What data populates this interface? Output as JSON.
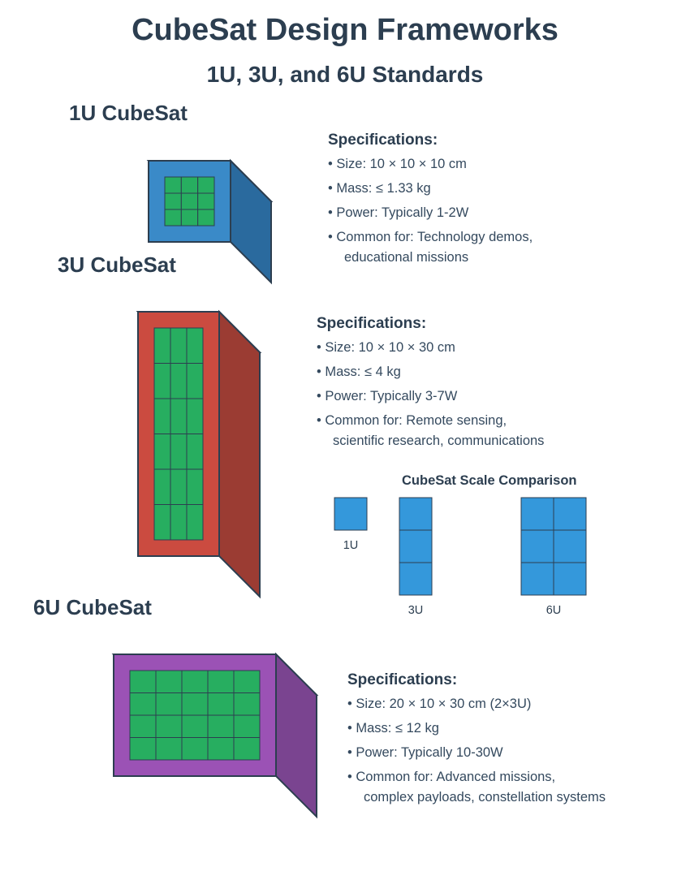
{
  "header": {
    "title": "CubeSat Design Frameworks",
    "subtitle": "1U, 3U, and 6U Standards"
  },
  "cubesats": [
    {
      "heading": "1U CubeSat",
      "spec_title": "Specifications:",
      "specs": [
        "• Size: 10 × 10 × 10 cm",
        "• Mass: ≤ 1.33 kg",
        "• Power: Typically 1-2W",
        "• Common for: Technology demos,",
        "educational missions"
      ],
      "color": "#3a8ac8",
      "solar_cells": {
        "rows": 3,
        "cols": 3
      }
    },
    {
      "heading": "3U CubeSat",
      "spec_title": "Specifications:",
      "specs": [
        "• Size: 10 × 10 × 30 cm",
        "• Mass: ≤ 4 kg",
        "• Power: Typically 3-7W",
        "• Common for: Remote sensing,",
        "scientific research, communications"
      ],
      "color": "#cb4b40",
      "solar_cells": {
        "rows": 6,
        "cols": 3
      }
    },
    {
      "heading": "6U CubeSat",
      "spec_title": "Specifications:",
      "specs": [
        "• Size: 20 × 10 × 30 cm (2×3U)",
        "• Mass: ≤ 12 kg",
        "• Power: Typically 10-30W",
        "• Common for: Advanced missions,",
        "complex payloads, constellation systems"
      ],
      "color": "#9b52b5",
      "solar_cells": {
        "rows": 4,
        "cols": 5
      }
    }
  ],
  "scale_comparison": {
    "title": "CubeSat Scale Comparison",
    "items": [
      {
        "label": "1U",
        "units_wide": 1,
        "units_tall": 1
      },
      {
        "label": "3U",
        "units_wide": 1,
        "units_tall": 3
      },
      {
        "label": "6U",
        "units_wide": 2,
        "units_tall": 3
      }
    ],
    "color": "#3498db"
  },
  "colors": {
    "text_dark": "#2c3e50",
    "solar_cell": "#27ae60",
    "outline": "#2c3e50"
  }
}
